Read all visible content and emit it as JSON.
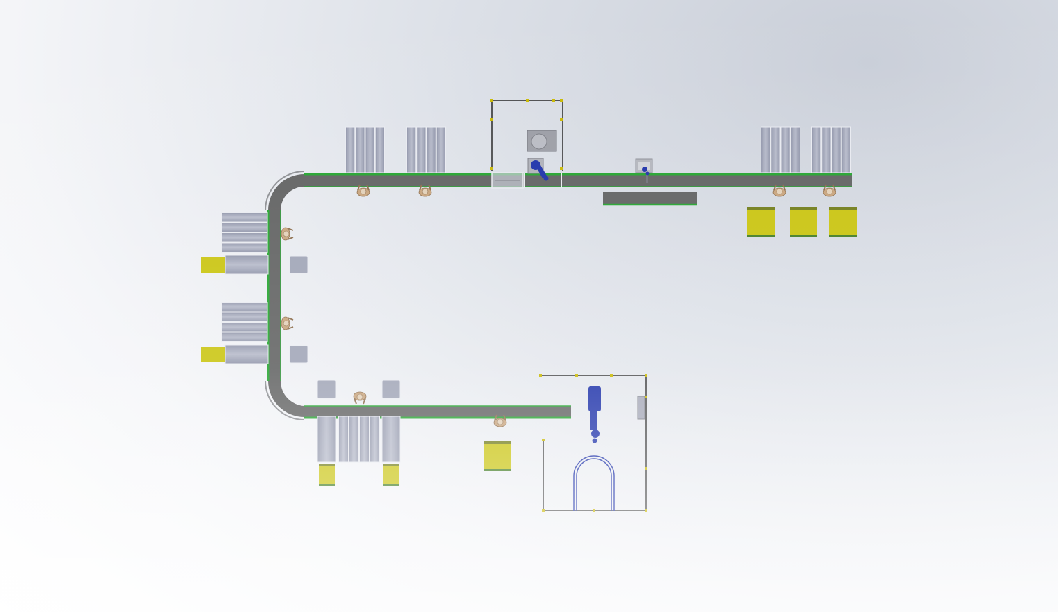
{
  "scene": {
    "type": "factory-layout-top-view",
    "colors": {
      "conveyor": "#5e5f5f",
      "conveyor_edge": "#1fa22a",
      "pallet": "#c8c30a",
      "pallet_stripe": "#6f7a14",
      "rack": "#9ea3b5",
      "rack_edge": "#e8eaf0",
      "operator": "#c7a27a",
      "robot": "#1a2ea8",
      "fence": "#1e1e1e"
    },
    "components": {
      "conveyor": "conveyor-belt",
      "workstations": "operator-workstation",
      "storage_racks": "storage-rack",
      "pallets": "yellow-pallet",
      "robot_cells": "robot-cell",
      "inspection_station": "inspection-station"
    }
  }
}
